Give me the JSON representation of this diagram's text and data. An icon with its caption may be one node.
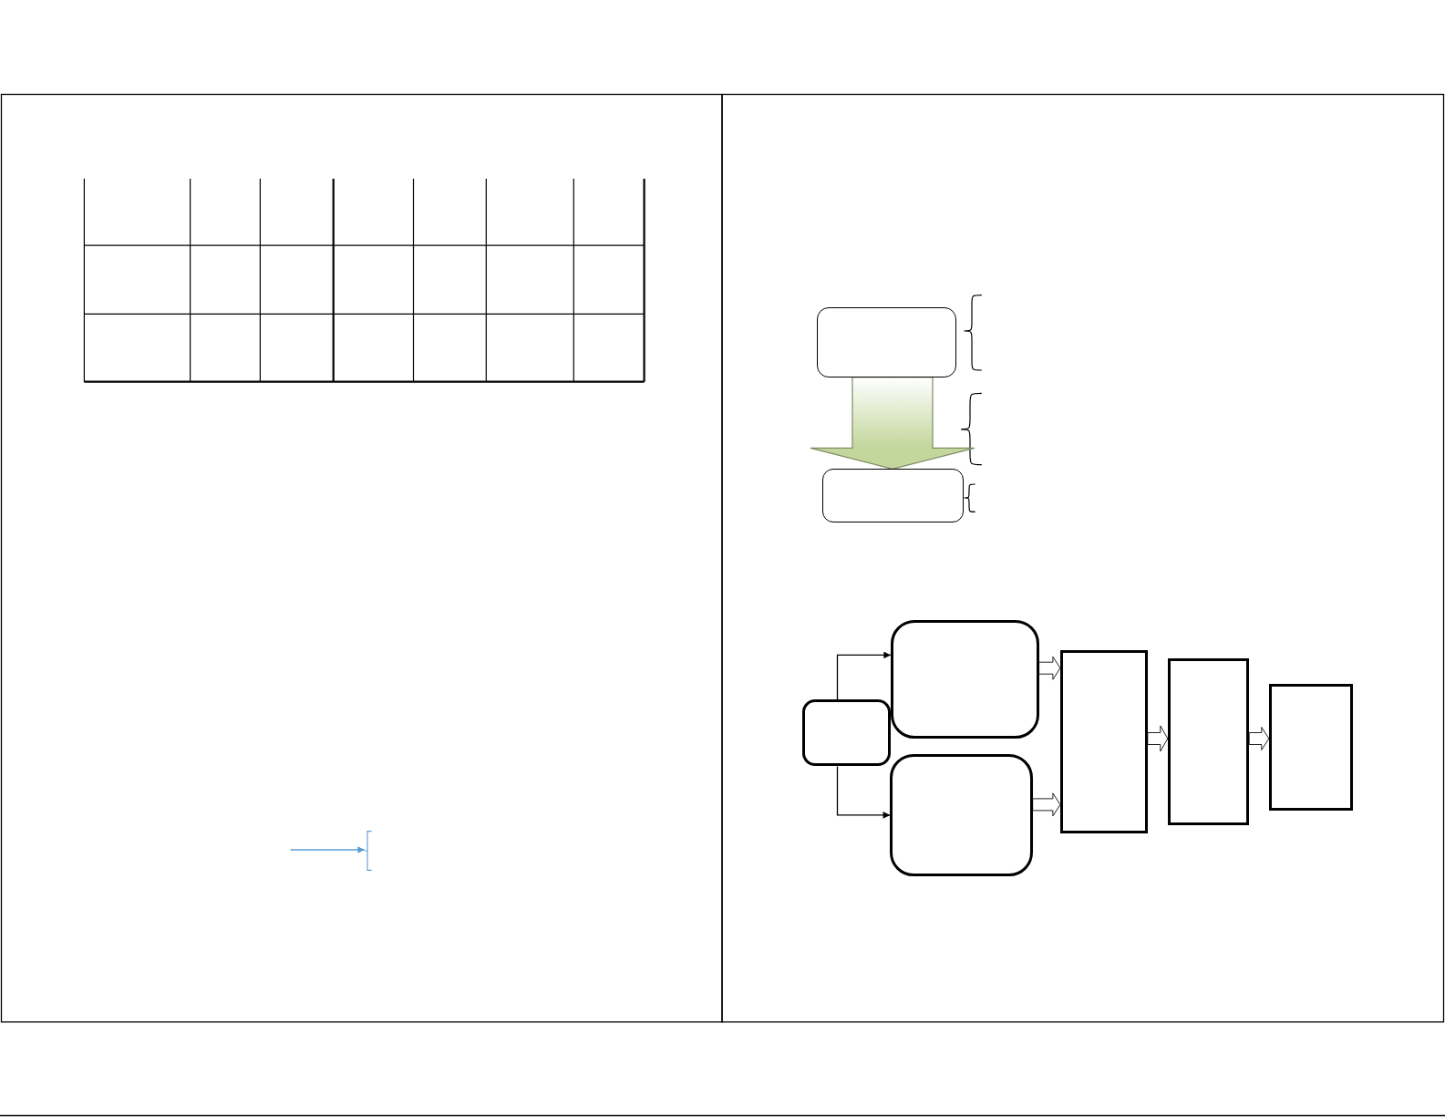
{
  "diagram": {
    "nodes": [
      {
        "text": [],
        "shape": "bracket"
      },
      {
        "text": [],
        "shape": "box"
      },
      {
        "text": [],
        "shape": "box"
      },
      {
        "text": [],
        "shape": "box"
      },
      {
        "text": [],
        "shape": "box"
      },
      {
        "text": [],
        "shape": "box"
      },
      {
        "text": [],
        "shape": "box"
      },
      {
        "text": [],
        "shape": "box"
      },
      {
        "text": [],
        "shape": "box"
      }
    ],
    "edges": [
      {
        "from": null,
        "to": 0,
        "arrow": "to",
        "color": "#5b9bd5"
      },
      {
        "from": 1,
        "to": 2,
        "arrow": "to",
        "style": "thick",
        "color": "#c3d69b"
      },
      {
        "from": 3,
        "to": 4,
        "arrow": "to"
      },
      {
        "from": 3,
        "to": 5,
        "arrow": "to"
      },
      {
        "from": 4,
        "to": 6,
        "arrow": "to",
        "style": "thick"
      },
      {
        "from": 5,
        "to": 6,
        "arrow": "to",
        "style": "thick"
      },
      {
        "from": 6,
        "to": 7,
        "arrow": "to",
        "style": "thick"
      },
      {
        "from": 7,
        "to": 8,
        "arrow": "to",
        "style": "thick"
      }
    ]
  }
}
